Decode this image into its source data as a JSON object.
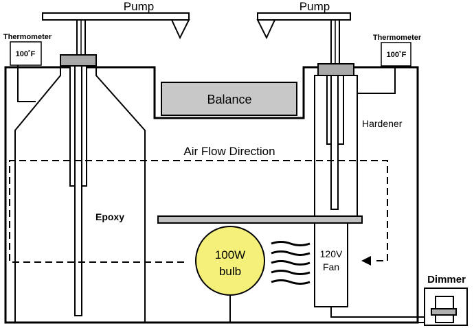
{
  "labels": {
    "pump_left": "Pump",
    "pump_right": "Pump",
    "thermometer_left": "Thermometer",
    "thermometer_right": "Thermometer",
    "temp_left": "100˚F",
    "temp_right": "100˚F",
    "balance": "Balance",
    "hardener": "Hardener",
    "air_flow": "Air Flow Direction",
    "epoxy": "Epoxy",
    "bulb_line1": "100W",
    "bulb_line2": "bulb",
    "fan_line1": "120V",
    "fan_line2": "Fan",
    "dimmer": "Dimmer"
  },
  "colors": {
    "bulb": "#f5f07a",
    "balance": "#c8c8c8",
    "pump_collar": "#a8a8a8",
    "shelf": "#c0c0c0",
    "dimmer_knob": "#b0b0b0"
  }
}
